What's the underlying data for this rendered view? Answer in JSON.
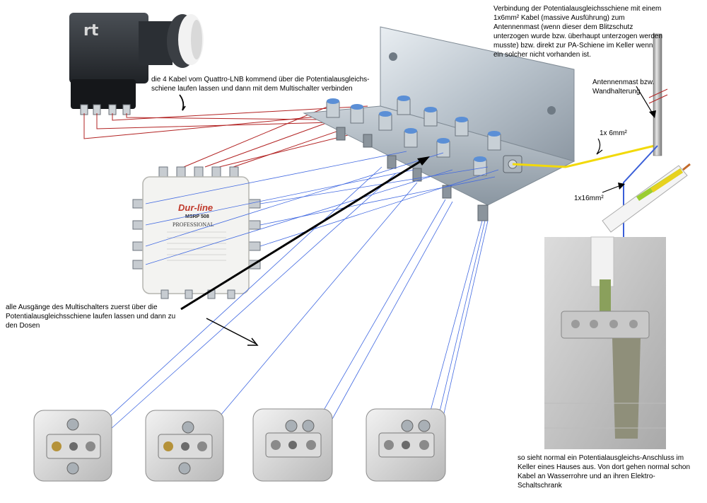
{
  "labels": {
    "lnb_note": "die 4 Kabel vom Quattro-LNB kommend über die Potentialausgleichs-\nschiene laufen lassen und dann mit dem Multischalter verbinden",
    "pa_connection_note": "Verbindung der Potentialausgleichsschiene mit einem\n1x6mm² Kabel (massive Ausführung) zum\nAntennenmast (wenn dieser dem Blitzschutz\nunterzogen wurde bzw. überhaupt unterzogen werden\nmusste) bzw. direkt zur PA-Schiene im Keller wenn\nein solcher nicht vorhanden ist.",
    "mast_label": "Antennenmast bzw.\nWandhalterung",
    "cable_6mm": "1x 6mm²",
    "cable_16mm": "1x16mm²",
    "multiswitch_note": "alle Ausgänge des Multischalters zuerst über die\nPotentialausgleichsschiene laufen lassen und dann zu\nden Dosen",
    "cellar_note": "so sieht normal ein Potentialausgleichs-Anschluss im\nKeller eines Hauses aus. Von dort gehen normal schon\nKabel an Wasserrohre und an ihren Elektro-\nSchaltschrank"
  },
  "multiswitch": {
    "brand": "Dur-line",
    "model": "MSRP 508",
    "series": "PROFESSIONAL"
  },
  "lnb": {
    "logo": "rt"
  },
  "colors": {
    "lnb_cables": "#b22222",
    "output_cables": "#4169e1",
    "cable_6mm": "#f2d90a",
    "cable_16mm": "#3a5fd8",
    "arrow": "#000000"
  },
  "sockets": [
    {
      "name": "socket-1"
    },
    {
      "name": "socket-2"
    },
    {
      "name": "socket-3"
    },
    {
      "name": "socket-4"
    }
  ]
}
